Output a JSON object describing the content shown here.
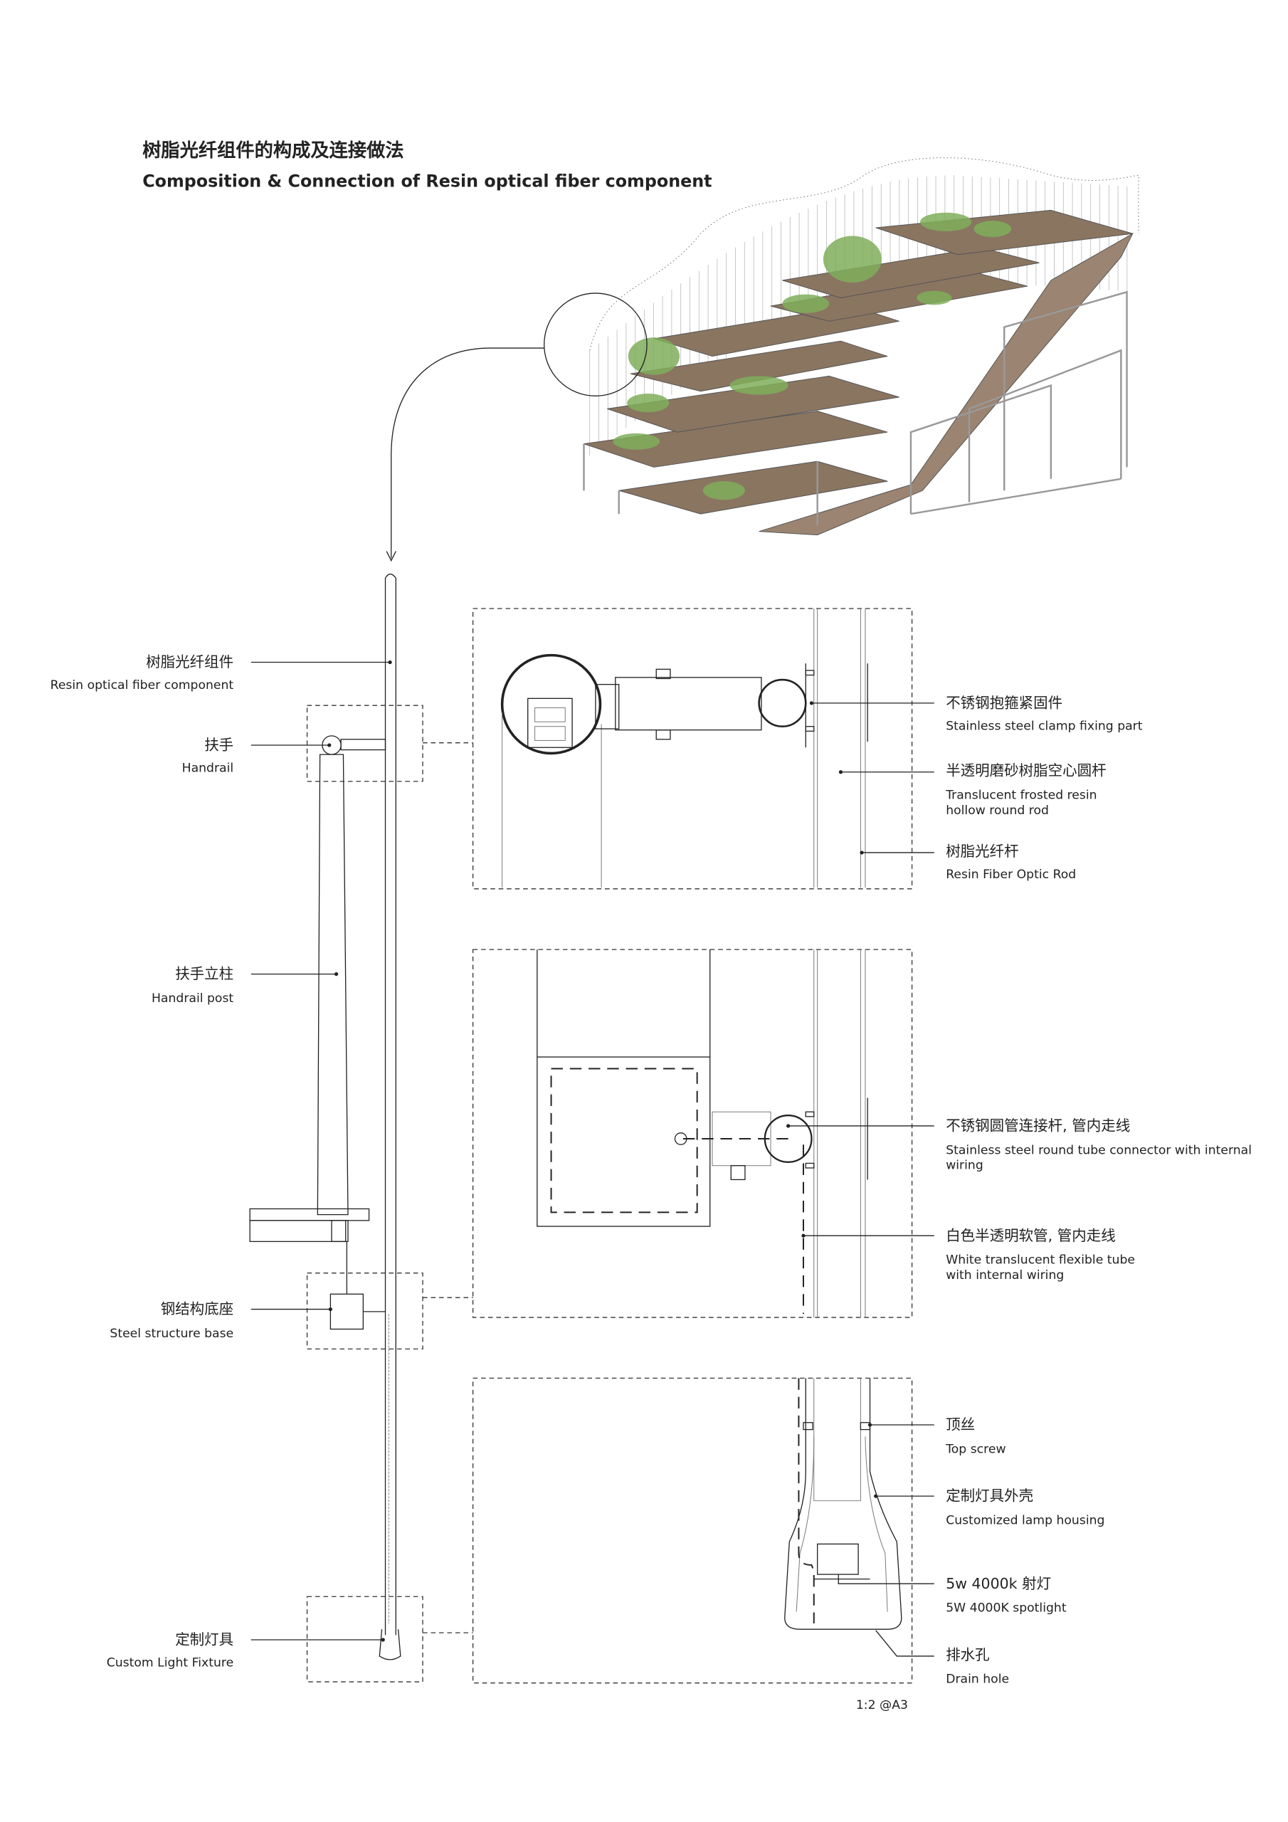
{
  "title": {
    "cn": "树脂光纤组件的构成及连接做法",
    "en": "Composition & Connection of Resin optical fiber component"
  },
  "left_labels": [
    {
      "cn": "树脂光纤组件",
      "en": "Resin optical fiber component"
    },
    {
      "cn": "扶手",
      "en": "Handrail"
    },
    {
      "cn": "扶手立柱",
      "en": "Handrail post"
    },
    {
      "cn": "钢结构底座",
      "en": "Steel structure base"
    },
    {
      "cn": "定制灯具",
      "en": "Custom Light Fixture"
    }
  ],
  "detail1_labels": [
    {
      "cn": "不锈钢抱箍紧固件",
      "en": [
        "Stainless steel clamp fixing part"
      ]
    },
    {
      "cn": "半透明磨砂树脂空心圆杆",
      "en": [
        "Translucent frosted resin",
        "hollow round rod"
      ]
    },
    {
      "cn": "树脂光纤杆",
      "en": [
        "Resin Fiber Optic Rod"
      ]
    }
  ],
  "detail2_labels": [
    {
      "cn": "不锈钢圆管连接杆, 管内走线",
      "en": [
        "Stainless steel round tube connector with internal",
        "wiring"
      ]
    },
    {
      "cn": "白色半透明软管, 管内走线",
      "en": [
        "White translucent flexible tube",
        "with internal wiring"
      ]
    }
  ],
  "detail3_labels": [
    {
      "cn": "顶丝",
      "en": [
        "Top screw"
      ]
    },
    {
      "cn": "定制灯具外壳",
      "en": [
        "Customized lamp housing"
      ]
    },
    {
      "cn": "5w 4000k 射灯",
      "en": [
        "5W 4000K spotlight"
      ]
    },
    {
      "cn": "排水孔",
      "en": [
        "Drain hole"
      ]
    }
  ],
  "scale": "1:2 @A3",
  "colors": {
    "wood": "#8a7561",
    "plant": "#7fae5a",
    "steel": "#9a9a9a",
    "line": "#222222"
  }
}
